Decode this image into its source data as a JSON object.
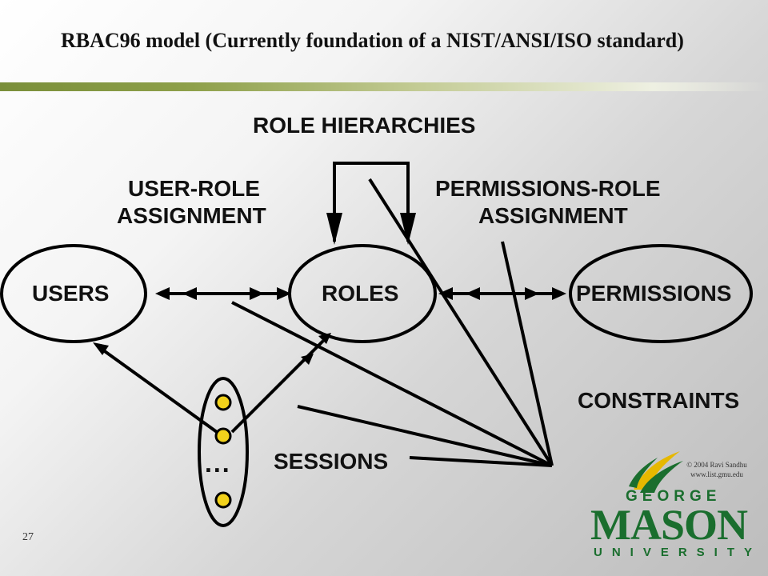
{
  "slide": {
    "title": "RBAC96 model (Currently foundation of a NIST/ANSI/ISO standard)",
    "page_number": "27",
    "copyright_line1": "© 2004 Ravi Sandhu",
    "copyright_line2": "www.list.gmu.edu"
  },
  "diagram": {
    "role_hierarchies": "ROLE HIERARCHIES",
    "user_role_line1": "USER-ROLE",
    "user_role_line2": "ASSIGNMENT",
    "perm_role_line1": "PERMISSIONS-ROLE",
    "perm_role_line2": "ASSIGNMENT",
    "users": "USERS",
    "roles": "ROLES",
    "permissions": "PERMISSIONS",
    "constraints": "CONSTRAINTS",
    "sessions": "SESSIONS",
    "ellipsis": "..."
  },
  "logo": {
    "george": "GEORGE",
    "mason": "MASON",
    "university": "UNIVERSITY"
  },
  "colors": {
    "accent_bar": "#7a8f3a",
    "session_dot": "#f2d21b",
    "logo_green": "#1a6e2e",
    "logo_gold": "#e6b800"
  }
}
